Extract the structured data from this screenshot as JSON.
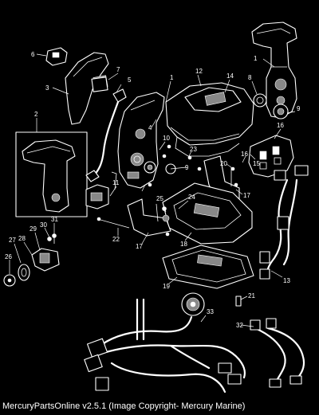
{
  "footer": {
    "copyright": "MercuryPartsOnline v2.5.1 (Image Copyright- Mercury Marine)"
  },
  "callouts": [
    "1",
    "1",
    "2",
    "3",
    "4",
    "5",
    "6",
    "7",
    "8",
    "9",
    "9",
    "10",
    "11",
    "12",
    "13",
    "14",
    "15",
    "16",
    "16",
    "17",
    "17",
    "18",
    "19",
    "20",
    "21",
    "22",
    "23",
    "24",
    "25",
    "26",
    "27",
    "28",
    "29",
    "30",
    "31",
    "32",
    "33"
  ]
}
